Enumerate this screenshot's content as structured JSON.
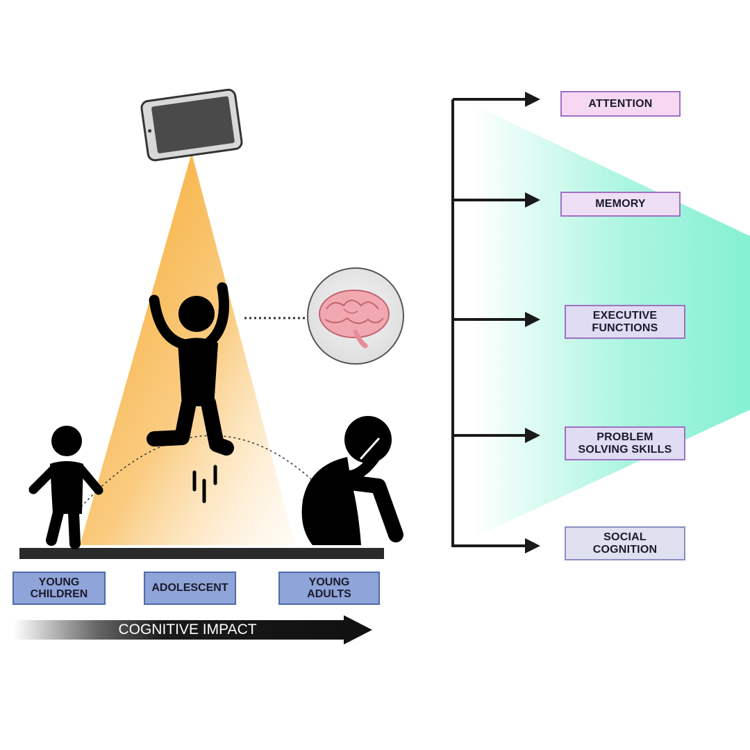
{
  "age_groups": {
    "young_children": "YOUNG\nCHILDREN",
    "adolescent": "ADOLESCENT",
    "young_adults": "YOUNG\nADULTS"
  },
  "impact_arrow": {
    "label": "COGNITIVE IMPACT"
  },
  "cognitive_domains": {
    "attention": "ATTENTION",
    "memory": "MEMORY",
    "executive_functions": "EXECUTIVE\nFUNCTIONS",
    "problem_solving": "PROBLEM\nSOLVING SKILLS",
    "social_cognition": "SOCIAL\nCOGNITION"
  },
  "colors": {
    "light_beam": "#f6a623",
    "teal_cone": "#7ef0d0",
    "age_box": "#8fa4d9",
    "domain_box_pink": "#f6d8f3",
    "domain_box_lavender": "#dfdcf3",
    "silhouette": "#000000"
  },
  "icons": [
    "tablet-icon",
    "brain-icon",
    "child-silhouette",
    "jumping-adolescent-silhouette",
    "sitting-adult-silhouette"
  ]
}
